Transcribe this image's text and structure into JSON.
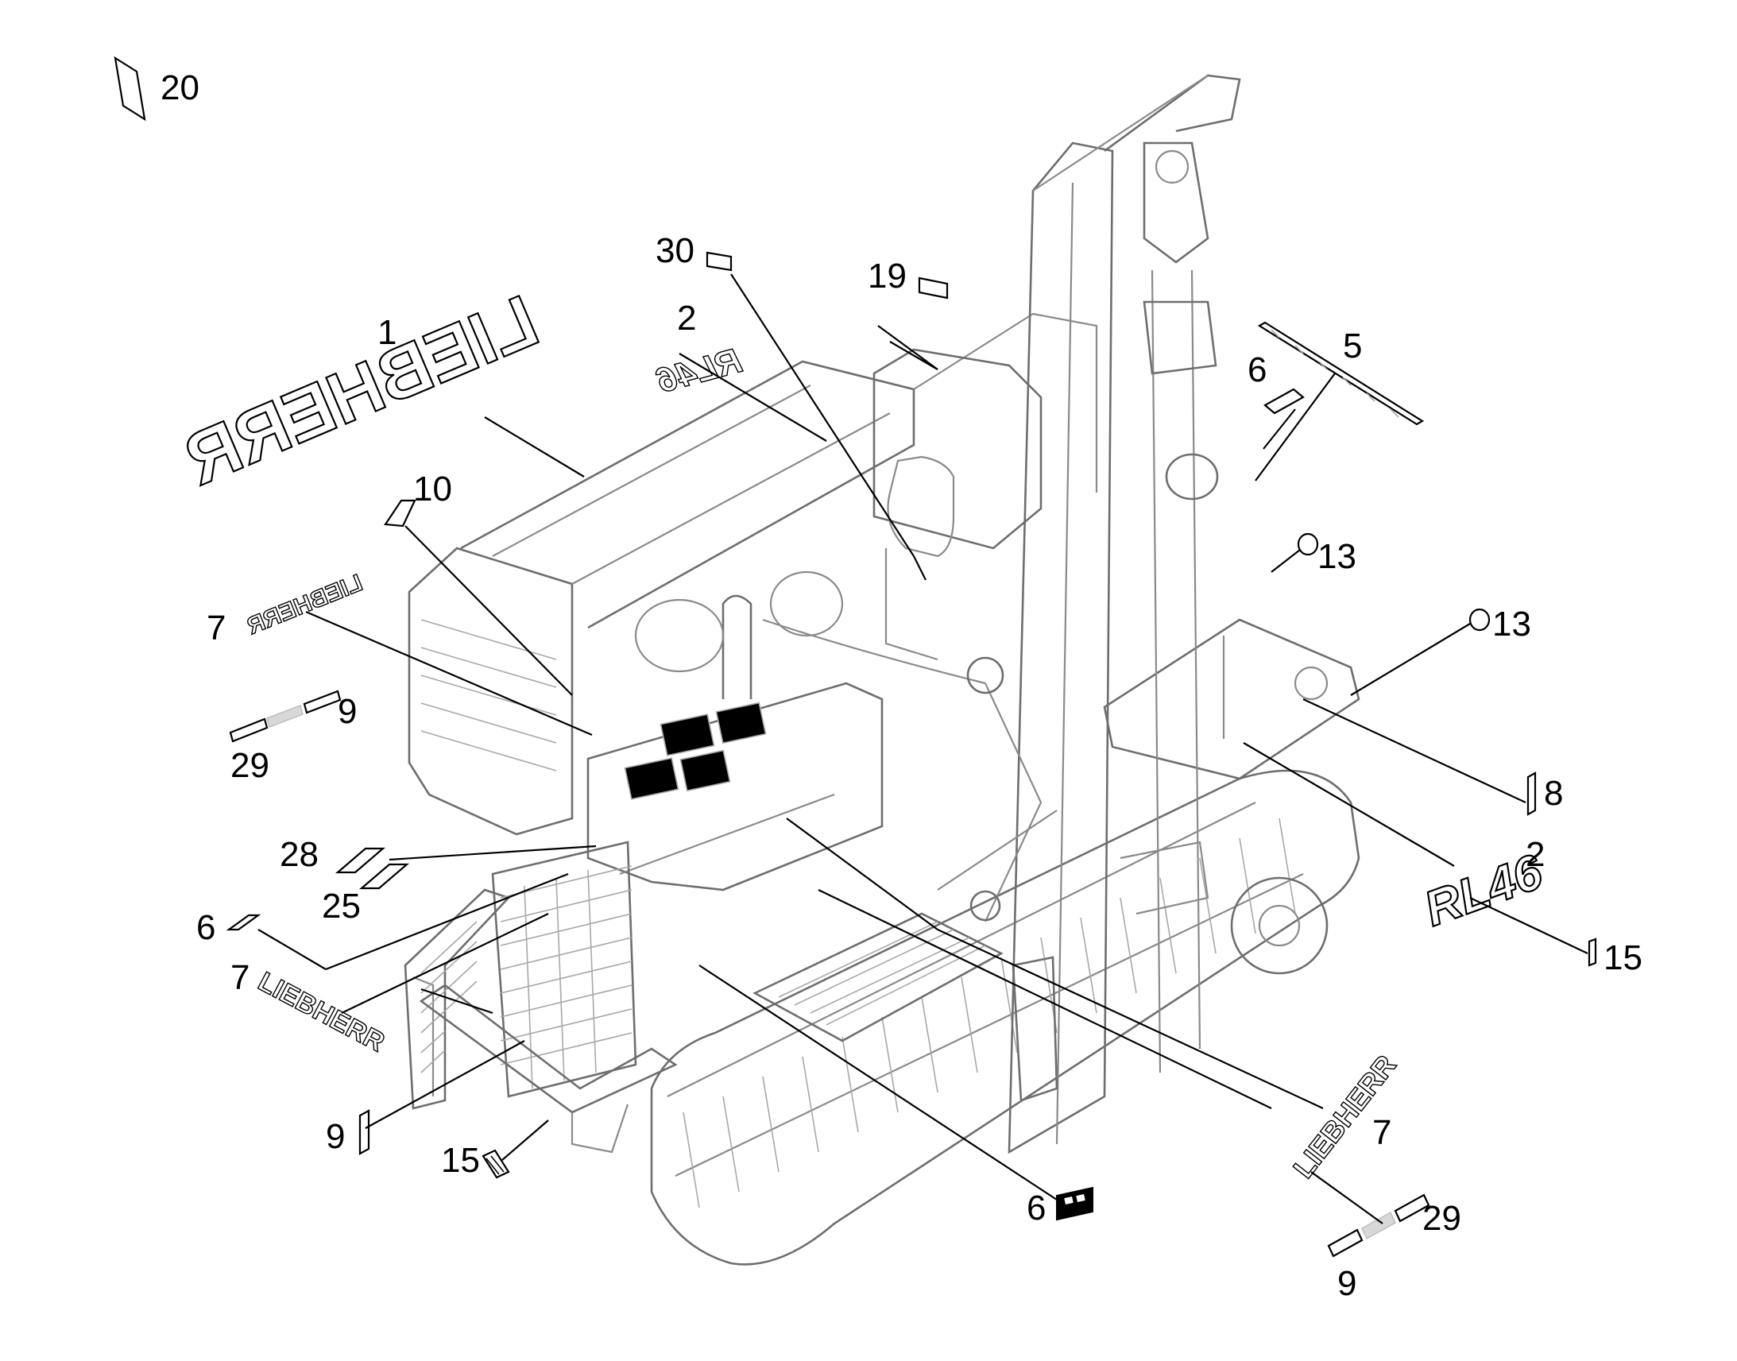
{
  "callouts": {
    "c20": "20",
    "c30": "30",
    "c19": "19",
    "c1": "1",
    "c2a": "2",
    "c5": "5",
    "c6a": "6",
    "c10": "10",
    "c13a": "13",
    "c13b": "13",
    "c7a": "7",
    "c9a": "9",
    "c29a": "29",
    "c8": "8",
    "c2b": "2",
    "c28": "28",
    "c25": "25",
    "c6b": "6",
    "c15a": "15",
    "c7b": "7",
    "c9b": "9",
    "c15b": "15",
    "c7c": "7",
    "c6c": "6",
    "c29b": "29",
    "c9c": "9"
  },
  "decal_text": {
    "brand": "LIEBHERR",
    "model": "RL46"
  },
  "colors": {
    "line_art": "#8a8a8a",
    "callout": "#000000",
    "background": "#ffffff"
  }
}
